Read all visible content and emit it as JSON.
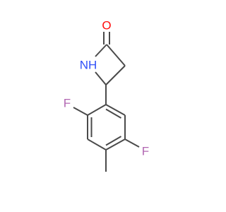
{
  "molecule": {
    "atoms": {
      "oxygen": {
        "symbol": "O",
        "color": "#ff0d0d"
      },
      "nitrogen": {
        "symbol": "NH",
        "color": "#3050f8"
      },
      "fluorine_ortho": {
        "symbol": "F",
        "color": "#b266b2"
      },
      "fluorine_meta": {
        "symbol": "F",
        "color": "#b266b2"
      }
    },
    "bond_color": "#4a4a4a"
  }
}
